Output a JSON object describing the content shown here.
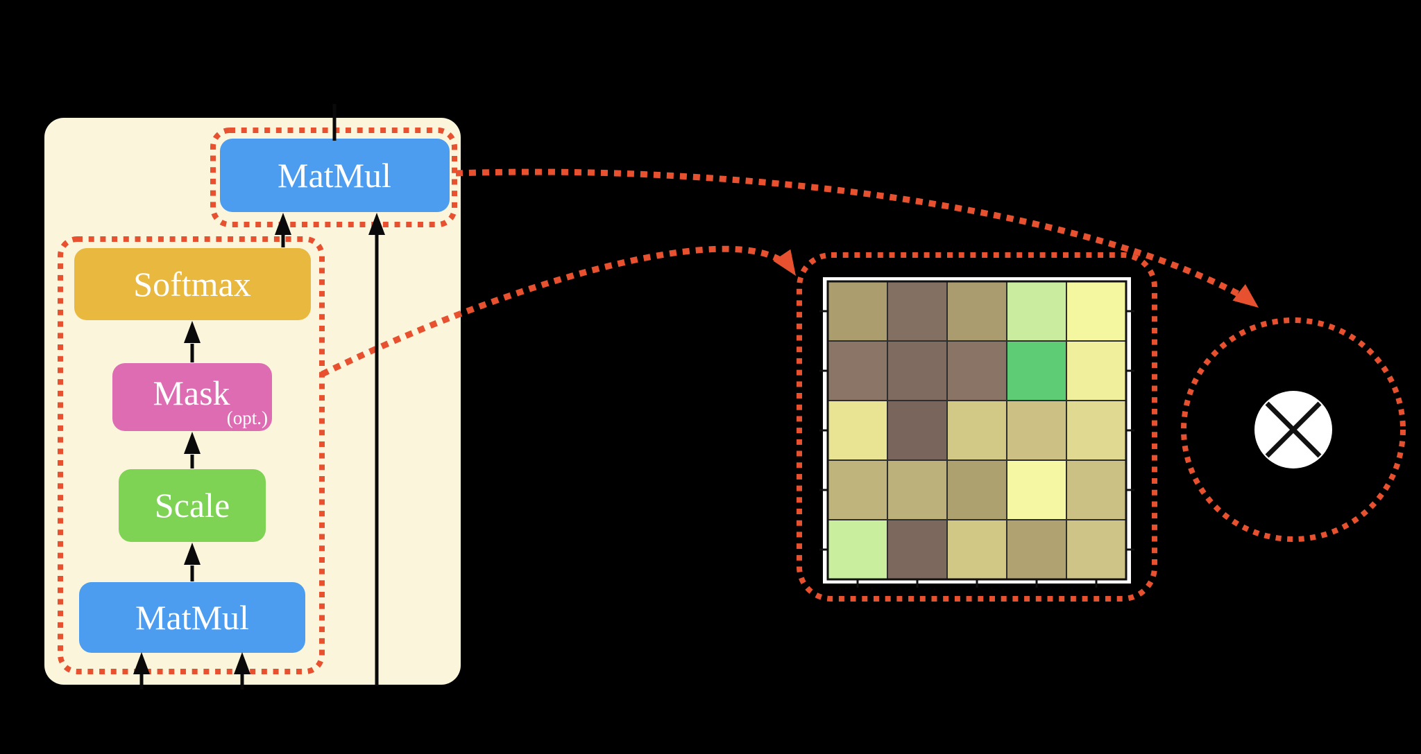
{
  "flowchart": {
    "matmul_top_label": "MatMul",
    "softmax_label": "Softmax",
    "mask_label": "Mask",
    "mask_note": "(opt.)",
    "scale_label": "Scale",
    "matmul_bottom_label": "MatMul"
  },
  "icons": {
    "product_symbol": "circled-times-icon"
  },
  "colors": {
    "background": "#000000",
    "panel": "#faf5db",
    "matmul_blue": "#4c9df0",
    "softmax_amber": "#e9b83e",
    "mask_pink": "#de6cb2",
    "scale_green": "#7ed355",
    "dotted_accent": "#e8512f",
    "flow_arrow": "#0a0a0a",
    "figure_bg": "#ffffff",
    "grid_line": "#2e2e2e",
    "frame_line": "#111111",
    "symbol_fill": "#ffffff",
    "symbol_stroke": "#111111"
  },
  "heatmap": {
    "rows": 5,
    "cols": 5,
    "cells": [
      [
        "#ab9d6e",
        "#846f63",
        "#ab9c6f",
        "#c9ec9f",
        "#f4f7a0"
      ],
      [
        "#8a7566",
        "#806b61",
        "#8a7466",
        "#5ecc74",
        "#f0f09c"
      ],
      [
        "#e8e494",
        "#7a655c",
        "#d3c987",
        "#ccc084",
        "#e0d991"
      ],
      [
        "#bfb47b",
        "#bcb17a",
        "#ada170",
        "#f5f7a2",
        "#ccc185"
      ],
      [
        "#c8ee9e",
        "#7d685d",
        "#d2c886",
        "#b1a371",
        "#cfc487"
      ]
    ]
  }
}
